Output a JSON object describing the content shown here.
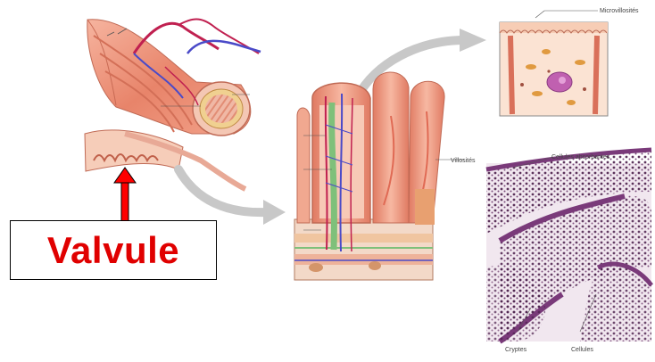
{
  "main_label": "Valvule",
  "labels": {
    "microvilli": "Microvillosités",
    "villi": "Villosités",
    "absorbent_cells": "Cellules absorbantes",
    "crypts": "Cryptes",
    "cells_bottom": "Cellules"
  },
  "colors": {
    "label_red": "#e00000",
    "arrow_red": "#ff0000",
    "tissue": "#ef9a84",
    "tissue_dark": "#d9705a",
    "vein_blue": "#4a4ac8",
    "artery_red": "#c02050",
    "lymph_green": "#7fc07a",
    "grey_arrow": "#c8c8c8",
    "histology_purple": "#7a3a7a"
  }
}
